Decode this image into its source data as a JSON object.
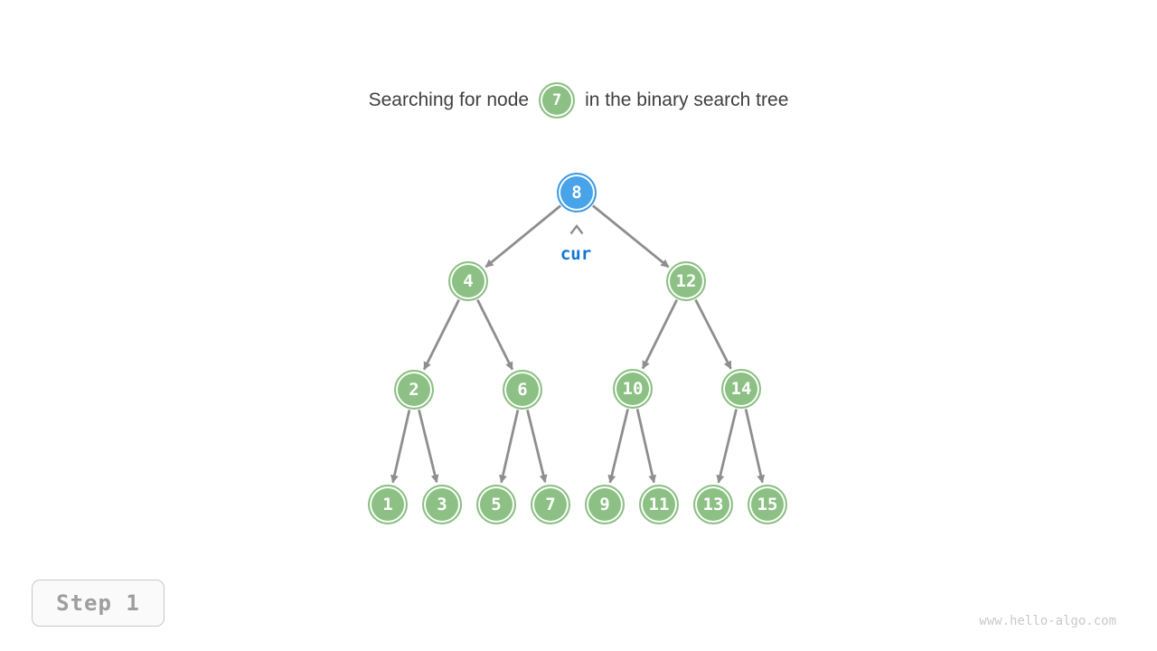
{
  "title": {
    "prefix": "Searching for node",
    "target_node": "7",
    "suffix": "in the binary search tree"
  },
  "pointer": {
    "label": "cur",
    "points_to": "8"
  },
  "tree": {
    "type": "binary-search-tree",
    "nodes": [
      {
        "value": "8",
        "state": "current"
      },
      {
        "value": "4",
        "state": "default"
      },
      {
        "value": "12",
        "state": "default"
      },
      {
        "value": "2",
        "state": "default"
      },
      {
        "value": "6",
        "state": "default"
      },
      {
        "value": "10",
        "state": "default"
      },
      {
        "value": "14",
        "state": "default"
      },
      {
        "value": "1",
        "state": "default"
      },
      {
        "value": "3",
        "state": "default"
      },
      {
        "value": "5",
        "state": "default"
      },
      {
        "value": "7",
        "state": "default"
      },
      {
        "value": "9",
        "state": "default"
      },
      {
        "value": "11",
        "state": "default"
      },
      {
        "value": "13",
        "state": "default"
      },
      {
        "value": "15",
        "state": "default"
      }
    ],
    "edges": [
      [
        "8",
        "4"
      ],
      [
        "8",
        "12"
      ],
      [
        "4",
        "2"
      ],
      [
        "4",
        "6"
      ],
      [
        "12",
        "10"
      ],
      [
        "12",
        "14"
      ],
      [
        "2",
        "1"
      ],
      [
        "2",
        "3"
      ],
      [
        "6",
        "5"
      ],
      [
        "6",
        "7"
      ],
      [
        "10",
        "9"
      ],
      [
        "10",
        "11"
      ],
      [
        "14",
        "13"
      ],
      [
        "14",
        "15"
      ]
    ]
  },
  "step_badge": {
    "label": "Step 1"
  },
  "watermark": {
    "text": "www.hello-algo.com"
  },
  "colors": {
    "node_default": "#8CC084",
    "node_current_fill": "#49A3E8",
    "node_current_border": "#3E9BE5",
    "node_text": "#ffffff",
    "edge": "#8e8e8e",
    "pointer_label": "#1177D2",
    "title_text": "#3f3f3f",
    "step_text": "#9e9e9e",
    "step_border": "#c7c7c7",
    "watermark_text": "#c9c9c9"
  }
}
